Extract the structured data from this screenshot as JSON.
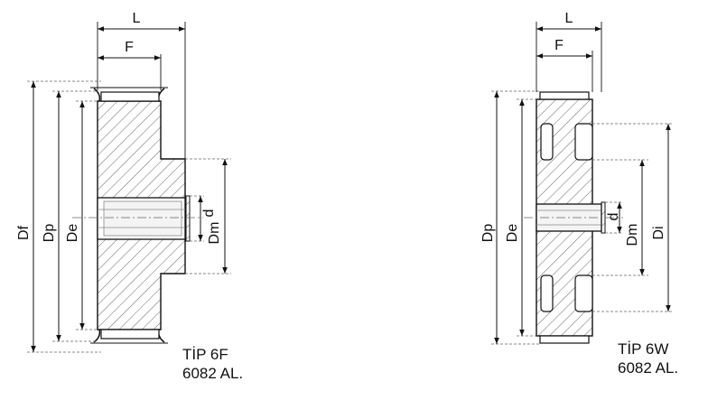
{
  "left_pulley": {
    "dims": {
      "L": "L",
      "F": "F",
      "Df": "Df",
      "Dp": "Dp",
      "De": "De",
      "d": "d",
      "Dm": "Dm"
    },
    "caption": {
      "type": "TİP 6F",
      "code": "6082 AL."
    }
  },
  "right_pulley": {
    "dims": {
      "L": "L",
      "F": "F",
      "Dp": "Dp",
      "De": "De",
      "d": "d",
      "Dm": "Dm",
      "Di": "Di"
    },
    "caption": {
      "type": "TİP 6W",
      "code": "6082 AL."
    }
  },
  "colors": {
    "line": "#111111",
    "hatch": "#555555",
    "dash": "#666666"
  }
}
